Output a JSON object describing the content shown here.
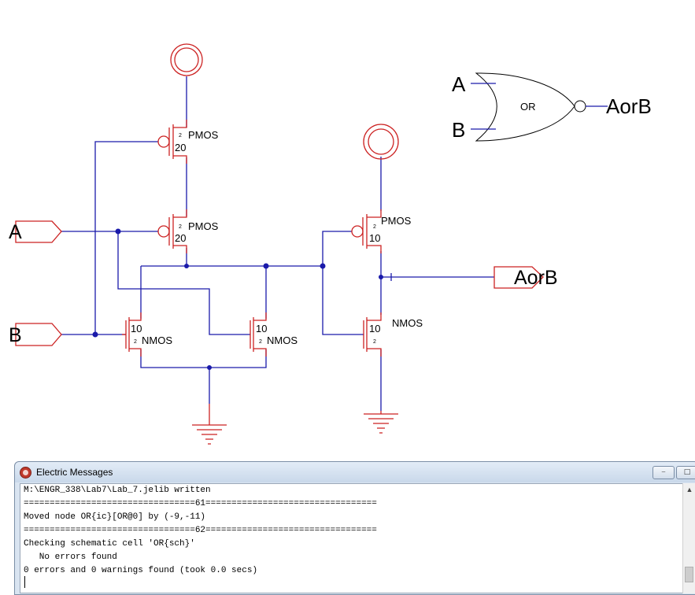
{
  "schematic": {
    "inputs": [
      "A",
      "B"
    ],
    "output": "AorB",
    "pmos_label": "PMOS",
    "nmos_label": "NMOS",
    "pmos_width": "20",
    "inverter_pmos_width": "10",
    "nmos_width": "10",
    "length": "2",
    "icon": {
      "input_a": "A",
      "input_b": "B",
      "body_label": "OR",
      "output": "AorB"
    }
  },
  "messages_window": {
    "title": "Electric Messages",
    "minimize_icon": "minimize-icon",
    "maximize_icon": "maximize-icon",
    "lines": [
      "M:\\ENGR_338\\Lab7\\Lab_7.jelib written",
      "=================================61=================================",
      "Moved node OR{ic}[OR@0] by (-9,-11)",
      "=================================62=================================",
      "Checking schematic cell 'OR{sch}'",
      "   No errors found",
      "0 errors and 0 warnings found (took 0.0 secs)"
    ]
  },
  "colors": {
    "wire": "#1a1aaa",
    "component": "#cc2222",
    "title_bar": "#d9e4f1"
  }
}
